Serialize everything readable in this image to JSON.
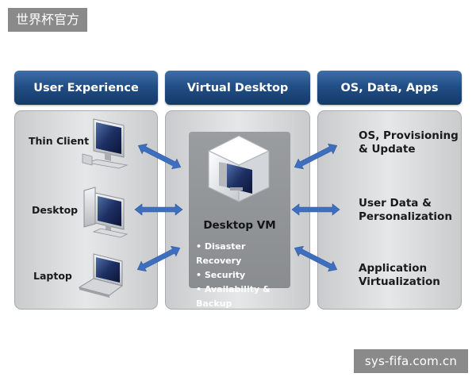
{
  "watermarks": {
    "top_left": "世界杯官方",
    "bottom_right": "sys-fifa.com.cn"
  },
  "columns": {
    "user_experience": "User Experience",
    "virtual_desktop": "Virtual Desktop",
    "os_data_apps": "OS, Data, Apps"
  },
  "devices": [
    "Thin Client",
    "Desktop",
    "Laptop"
  ],
  "vm": {
    "title": "Desktop VM",
    "features": [
      "• Disaster Recovery",
      "• Security",
      "• Availability & Backup"
    ]
  },
  "services": [
    [
      "OS, Provisioning",
      "& Update"
    ],
    [
      "User Data &",
      "Personalization"
    ],
    [
      "Application",
      "Virtualization"
    ]
  ],
  "icons": [
    "thin-client-monitor-icon",
    "desktop-pc-icon",
    "laptop-icon",
    "virtual-machine-cube-icon",
    "double-arrow-icon"
  ],
  "colors": {
    "header": "#224f86",
    "arrow": "#3e6fbf",
    "panel": "#dcdddf"
  }
}
